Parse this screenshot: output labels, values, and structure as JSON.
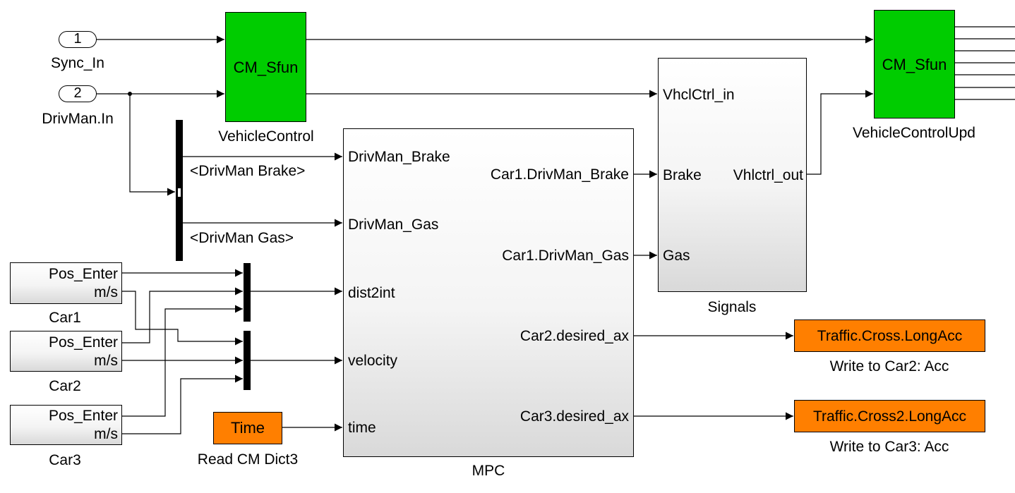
{
  "inports": [
    {
      "num": "1",
      "label": "Sync_In"
    },
    {
      "num": "2",
      "label": "DrivMan.In"
    }
  ],
  "vehicle_control": {
    "text": "CM_Sfun",
    "name": "VehicleControl",
    "color": "#00cc00"
  },
  "vehicle_control_upd": {
    "text": "CM_Sfun",
    "name": "VehicleControlUpd",
    "color": "#00cc00"
  },
  "bus_selector": {
    "out1": "<DrivMan Brake>",
    "out2": "<DrivMan Gas>"
  },
  "cars": [
    {
      "out1": "Pos_Enter",
      "out2": "m/s",
      "name": "Car1"
    },
    {
      "out1": "Pos_Enter",
      "out2": "m/s",
      "name": "Car2"
    },
    {
      "out1": "Pos_Enter",
      "out2": "m/s",
      "name": "Car3"
    }
  ],
  "time_block": {
    "text": "Time",
    "name": "Read CM Dict3",
    "color": "#ff7f00"
  },
  "mpc": {
    "name": "MPC",
    "inputs": [
      "DrivMan_Brake",
      "DrivMan_Gas",
      "dist2int",
      "velocity",
      "time"
    ],
    "outputs": [
      "Car1.DrivMan_Brake",
      "Car1.DrivMan_Gas",
      "Car2.desired_ax",
      "Car3.desired_ax"
    ]
  },
  "signals": {
    "name": "Signals",
    "inputs": [
      "VhclCtrl_in",
      "Brake",
      "Gas"
    ],
    "output": "Vhlctrl_out"
  },
  "write_blocks": [
    {
      "text": "Traffic.Cross.LongAcc",
      "name": "Write to Car2: Acc",
      "color": "#ff7f00"
    },
    {
      "text": "Traffic.Cross2.LongAcc",
      "name": "Write to Car3: Acc",
      "color": "#ff7f00"
    }
  ]
}
